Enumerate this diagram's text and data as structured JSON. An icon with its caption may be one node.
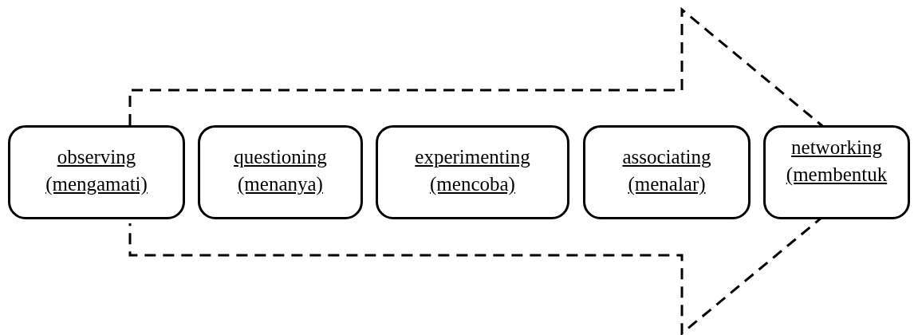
{
  "diagram": {
    "nodes": [
      {
        "text": [
          "observing",
          "(mengamati)"
        ]
      },
      {
        "text": [
          "questioning",
          "(menanya)"
        ]
      },
      {
        "text": [
          "experimenting",
          "(mencoba)"
        ]
      },
      {
        "text": [
          "associating",
          "(menalar)"
        ]
      },
      {
        "text": [
          "networking",
          "(membentuk"
        ]
      }
    ]
  }
}
